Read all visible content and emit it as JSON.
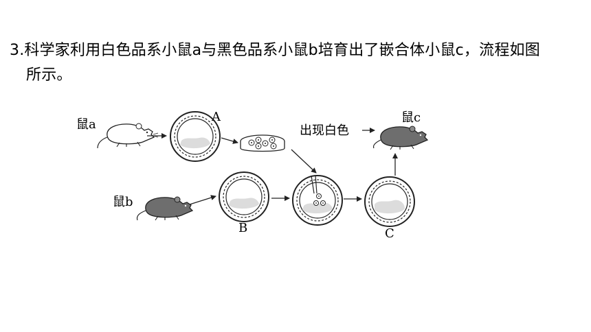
{
  "question": {
    "line1": "3.科学家利用白色品系小鼠a与黑色品系小鼠b培育出了嵌合体小鼠c，流程如图",
    "line2": "所示。"
  },
  "figure": {
    "label_mouse_a": "鼠a",
    "label_mouse_b": "鼠b",
    "label_mouse_c": "鼠c",
    "label_A": "A",
    "label_B": "B",
    "label_C": "C",
    "label_white": "出现白色",
    "colors": {
      "white_mouse": "#ffffff",
      "black_mouse": "#6e6e6e",
      "outline": "#222222",
      "stipple": "#d9d9d9"
    }
  }
}
